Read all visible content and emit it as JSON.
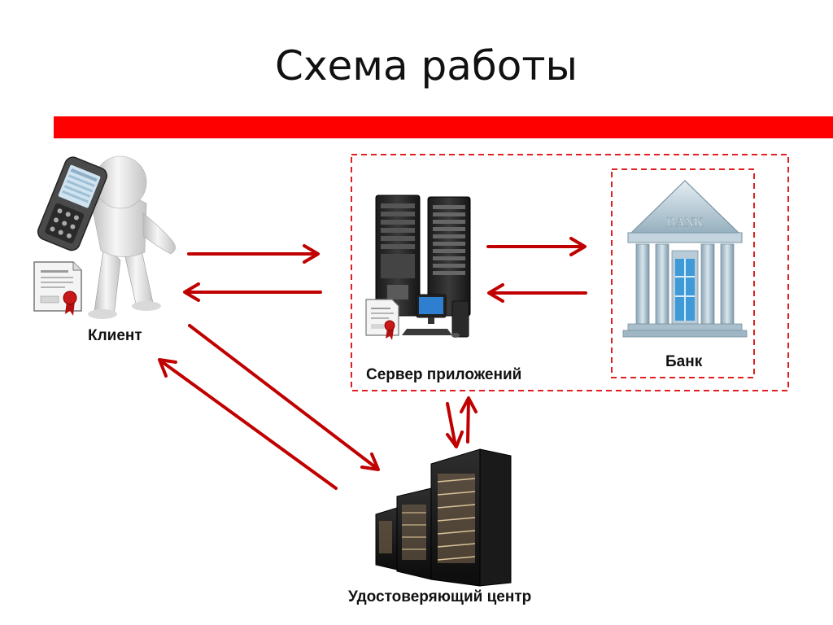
{
  "slide": {
    "title": "Схема работы"
  },
  "nodes": {
    "client": {
      "label": "Клиент"
    },
    "app_server": {
      "label": "Сервер приложений"
    },
    "bank": {
      "label": "Банк",
      "sign": "BANK"
    },
    "cert_center": {
      "label": "Удостоверяющий центр"
    }
  },
  "colors": {
    "accent": "#ff0000",
    "arrow": "#c00000",
    "dashed_border": "#e02020"
  }
}
